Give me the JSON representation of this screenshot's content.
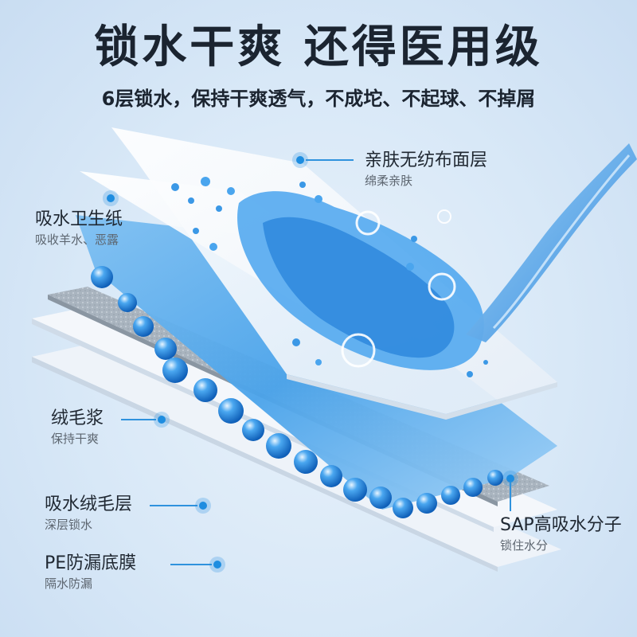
{
  "header": {
    "title": "锁水干爽 还得医用级",
    "subtitle": "6层锁水，保持干爽透气，不成坨、不起球、不掉屑"
  },
  "layers": [
    {
      "name": "亲肤无纺布面层",
      "desc": "绵柔亲肤"
    },
    {
      "name": "吸水卫生纸",
      "desc": "吸收羊水、恶露"
    },
    {
      "name": "绒毛浆",
      "desc": "保持干爽"
    },
    {
      "name": "吸水绒毛层",
      "desc": "深层锁水"
    },
    {
      "name": "PE防漏底膜",
      "desc": "隔水防漏"
    },
    {
      "name": "SAP高吸水分子",
      "desc": "锁住水分"
    }
  ],
  "colors": {
    "accent": "#1e8de0",
    "text": "#1f2731",
    "subtext": "#5d6670",
    "water": "#2f8fe0"
  },
  "icons": [
    "water-splash-icon",
    "water-stream-icon",
    "water-bead-icon",
    "callout-dot-icon"
  ]
}
